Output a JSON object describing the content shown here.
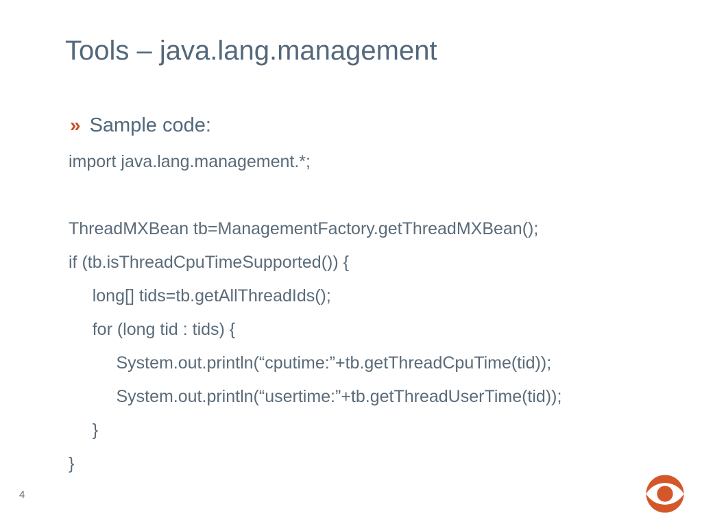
{
  "slide": {
    "title": "Tools – java.lang.management",
    "page_number": "4"
  },
  "bullet": {
    "marker": "»",
    "label": "Sample code:"
  },
  "code": {
    "lines": [
      {
        "indent": 0,
        "text": "import java.lang.management.*;"
      },
      {
        "indent": 0,
        "text": ""
      },
      {
        "indent": 0,
        "text": "ThreadMXBean tb=ManagementFactory.getThreadMXBean();"
      },
      {
        "indent": 0,
        "text": "if (tb.isThreadCpuTimeSupported()) {"
      },
      {
        "indent": 1,
        "text": "     long[] tids=tb.getAllThreadIds();"
      },
      {
        "indent": 1,
        "text": "     for (long tid : tids) {"
      },
      {
        "indent": 2,
        "text": "          System.out.println(“cputime:”+tb.getThreadCpuTime(tid));"
      },
      {
        "indent": 2,
        "text": "          System.out.println(“usertime:”+tb.getThreadUserTime(tid));"
      },
      {
        "indent": 1,
        "text": "     }"
      },
      {
        "indent": 0,
        "text": "}"
      }
    ]
  },
  "colors": {
    "title_text": "#54687B",
    "code_text": "#5A6B79",
    "bullet_accent": "#C84E25",
    "logo_orange": "#D4572A",
    "background": "#FFFFFF"
  },
  "icons": {
    "logo": "eye-logo"
  }
}
